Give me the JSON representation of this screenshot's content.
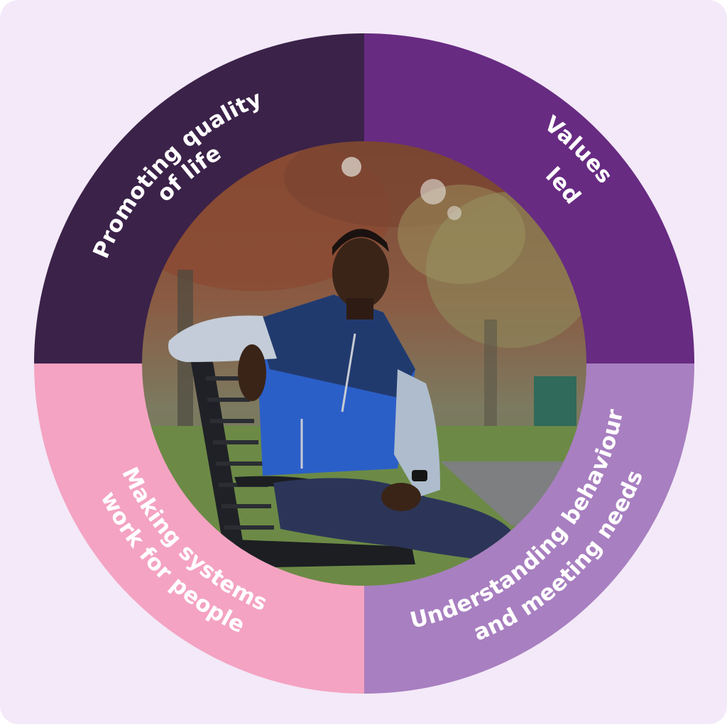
{
  "diagram": {
    "type": "quadrant-wheel",
    "center_image": {
      "description": "Young man in blue and navy puffer jacket sitting on a park bench among autumn trees"
    },
    "colors": {
      "background": "#f3e9f8",
      "top_left": "#3b2249",
      "top_right": "#672b82",
      "bottom_left": "#f4a3c2",
      "bottom_right": "#a87fc0",
      "label_text": "#ffffff"
    },
    "quadrants": [
      {
        "id": "top-left",
        "line1": "Promoting quality",
        "line2": "of life"
      },
      {
        "id": "top-right",
        "line1": "Values",
        "line2": "led"
      },
      {
        "id": "bottom-left",
        "line1": "Making systems",
        "line2": "work for people"
      },
      {
        "id": "bottom-right",
        "line1": "Understanding behaviour",
        "line2": "and meeting needs"
      }
    ]
  }
}
